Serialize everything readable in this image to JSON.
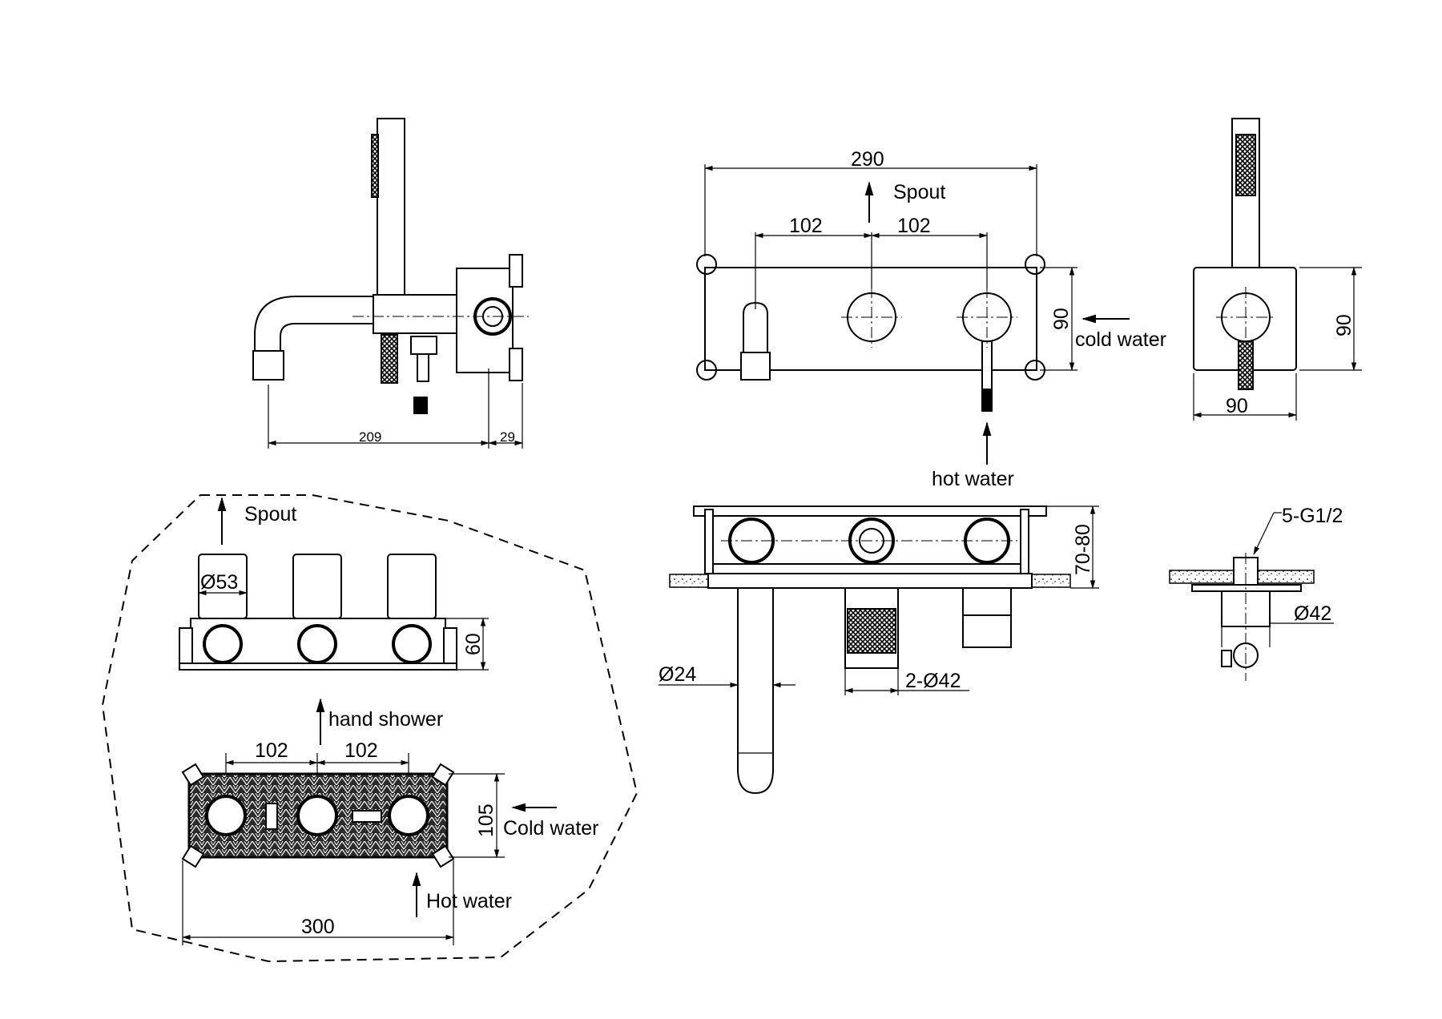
{
  "side_view": {
    "dim_spout_length": "209",
    "dim_depth": "29"
  },
  "front_view": {
    "dim_overall_width": "290",
    "label_spout": "Spout",
    "dim_spacing_left": "102",
    "dim_spacing_right": "102",
    "dim_height": "90",
    "label_cold_water": "cold water",
    "label_hot_water": "hot water"
  },
  "hand_shower_plate": {
    "dim_height": "90",
    "dim_width": "90"
  },
  "section_view": {
    "dim_install_depth": "70-80",
    "dim_spout_dia": "Ø24",
    "dim_handle_dia": "2-Ø42"
  },
  "outlet_detail": {
    "label_threads": "5-G1/2",
    "dim_dia": "Ø42"
  },
  "rough_in_top": {
    "label_spout": "Spout",
    "dim_cap_dia": "Ø53",
    "dim_height": "60"
  },
  "rough_in_front": {
    "label_hand_shower": "hand shower",
    "dim_spacing_left": "102",
    "dim_spacing_right": "102",
    "dim_height": "105",
    "label_cold_water": "Cold water",
    "label_hot_water": "Hot water",
    "dim_width": "300"
  }
}
